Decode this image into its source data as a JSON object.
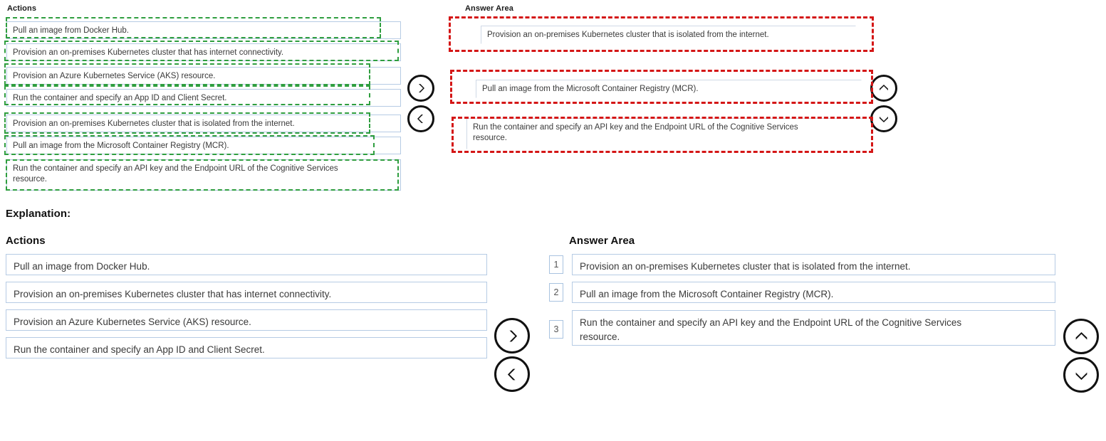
{
  "top_section": {
    "actions_label": "Actions",
    "answer_area_label": "Answer Area",
    "actions": [
      {
        "text": "Pull an image from Docker Hub."
      },
      {
        "text": "Provision an on-premises Kubernetes cluster that has internet connectivity."
      },
      {
        "text": "Provision an Azure Kubernetes Service (AKS) resource."
      },
      {
        "text": "Run the container and specify an App ID and Client Secret."
      },
      {
        "text": "Provision an on-premises Kubernetes cluster that is isolated from the internet."
      },
      {
        "text": "Pull an image from the Microsoft Container Registry (MCR)."
      },
      {
        "text": "Run the container and specify an API key and the Endpoint URL of the Cognitive Services\nresource."
      }
    ],
    "answers": [
      {
        "text": "Provision an on-premises Kubernetes cluster that is isolated from the internet."
      },
      {
        "text": "Pull an image from the Microsoft Container Registry (MCR)."
      },
      {
        "text": "Run the container and specify an API key and the Endpoint URL of the Cognitive Services\nresource."
      }
    ]
  },
  "explanation": {
    "label": "Explanation:",
    "actions_label": "Actions",
    "answer_area_label": "Answer Area",
    "actions": [
      {
        "text": "Pull an image from Docker Hub."
      },
      {
        "text": "Provision an on-premises Kubernetes cluster that has internet connectivity."
      },
      {
        "text": "Provision an Azure Kubernetes Service (AKS) resource."
      },
      {
        "text": "Run the container and specify an App ID and Client Secret."
      }
    ],
    "answers": [
      {
        "number": "1",
        "text": "Provision an on-premises Kubernetes cluster that is isolated from the internet."
      },
      {
        "number": "2",
        "text": "Pull an image from the Microsoft Container Registry (MCR)."
      },
      {
        "number": "3",
        "text": "Run the container and specify an API key and the Endpoint URL of the Cognitive Services\nresource."
      }
    ]
  },
  "controls": {
    "move_right_icon": "chevron-right-icon",
    "move_left_icon": "chevron-left-icon",
    "move_up_icon": "chevron-up-icon",
    "move_down_icon": "chevron-down-icon"
  },
  "colors": {
    "annotation_green": "#2f9e3f",
    "annotation_red": "#d41616",
    "box_border": "#b6cbe4",
    "text": "#3a3a3a"
  }
}
